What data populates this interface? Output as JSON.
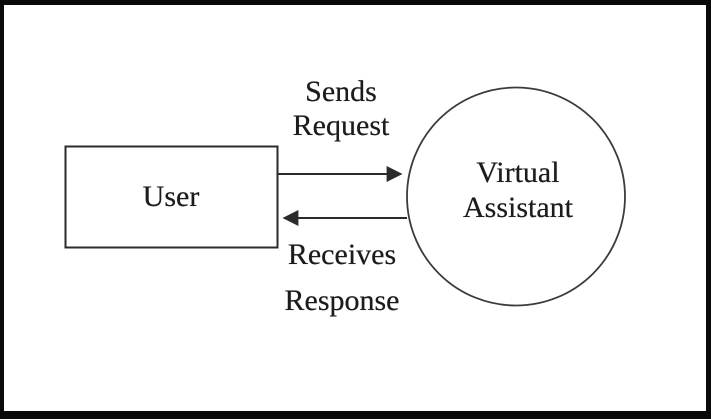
{
  "diagram": {
    "nodes": {
      "user": {
        "shape": "rectangle",
        "label": "User"
      },
      "virtual_assistant": {
        "shape": "circle",
        "label_line1": "Virtual",
        "label_line2": "Assistant"
      }
    },
    "edges": {
      "sends_request": {
        "from": "User",
        "to": "Virtual Assistant",
        "direction": "right",
        "label_line1": "Sends",
        "label_line2": "Request"
      },
      "receives_response": {
        "from": "Virtual Assistant",
        "to": "User",
        "direction": "left",
        "label_line1": "Receives",
        "label_line2": "Response"
      }
    },
    "colors": {
      "line-color": "#2b2b2b",
      "text-color": "#1c1c1c",
      "bg-color": "#ffffff",
      "border-color": "#0a0a0a"
    }
  }
}
